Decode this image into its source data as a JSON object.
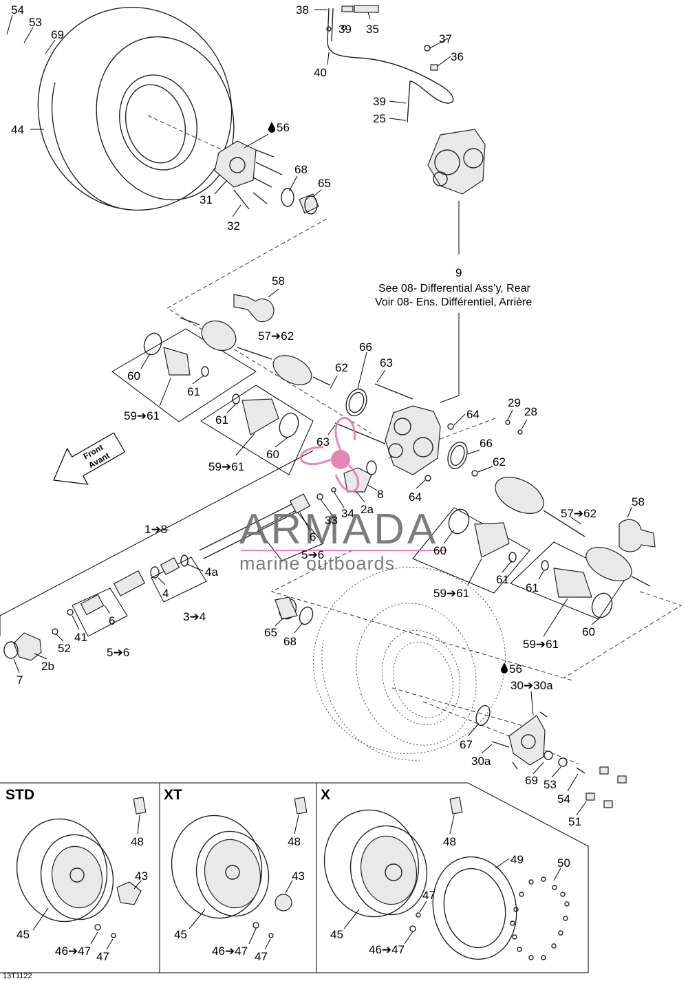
{
  "callouts": [
    {
      "id": "c54a",
      "text": "54"
    },
    {
      "id": "c53a",
      "text": "53"
    },
    {
      "id": "c69a",
      "text": "69"
    },
    {
      "id": "c44",
      "text": "44"
    },
    {
      "id": "c56a",
      "text": "56"
    },
    {
      "id": "c31",
      "text": "31"
    },
    {
      "id": "c32",
      "text": "32"
    },
    {
      "id": "c68a",
      "text": "68"
    },
    {
      "id": "c65a",
      "text": "65"
    },
    {
      "id": "c38",
      "text": "38"
    },
    {
      "id": "c39a",
      "text": "39"
    },
    {
      "id": "c35",
      "text": "35"
    },
    {
      "id": "c40",
      "text": "40"
    },
    {
      "id": "c37",
      "text": "37"
    },
    {
      "id": "c36",
      "text": "36"
    },
    {
      "id": "c39b",
      "text": "39"
    },
    {
      "id": "c25",
      "text": "25"
    },
    {
      "id": "c9",
      "text": "9"
    },
    {
      "id": "c58a",
      "text": "58"
    },
    {
      "id": "c5762a",
      "text": "57➔62"
    },
    {
      "id": "c60a",
      "text": "60"
    },
    {
      "id": "c61a",
      "text": "61"
    },
    {
      "id": "c5961a",
      "text": "59➔61"
    },
    {
      "id": "c61b",
      "text": "61"
    },
    {
      "id": "c60b",
      "text": "60"
    },
    {
      "id": "c5961b",
      "text": "59➔61"
    },
    {
      "id": "c66a",
      "text": "66"
    },
    {
      "id": "c62a",
      "text": "62"
    },
    {
      "id": "c63a",
      "text": "63"
    },
    {
      "id": "c64a",
      "text": "64"
    },
    {
      "id": "c29",
      "text": "29"
    },
    {
      "id": "c28",
      "text": "28"
    },
    {
      "id": "c63b",
      "text": "63"
    },
    {
      "id": "c66b",
      "text": "66"
    },
    {
      "id": "c62b",
      "text": "62"
    },
    {
      "id": "c64b",
      "text": "64"
    },
    {
      "id": "c8",
      "text": "8"
    },
    {
      "id": "c2a",
      "text": "2a"
    },
    {
      "id": "c34",
      "text": "34"
    },
    {
      "id": "c33",
      "text": "33"
    },
    {
      "id": "c18",
      "text": "1➔8"
    },
    {
      "id": "c6a",
      "text": "6"
    },
    {
      "id": "c56b",
      "text": "5➔6"
    },
    {
      "id": "c58b",
      "text": "58"
    },
    {
      "id": "c5762b",
      "text": "57➔62"
    },
    {
      "id": "c60c",
      "text": "60"
    },
    {
      "id": "c61c",
      "text": "61"
    },
    {
      "id": "c5961c",
      "text": "59➔61"
    },
    {
      "id": "c61d",
      "text": "61"
    },
    {
      "id": "c5961d",
      "text": "59➔61"
    },
    {
      "id": "c60d",
      "text": "60"
    },
    {
      "id": "c4a",
      "text": "4a"
    },
    {
      "id": "c4",
      "text": "4"
    },
    {
      "id": "c34r",
      "text": "3➔4"
    },
    {
      "id": "c6b",
      "text": "6"
    },
    {
      "id": "c41",
      "text": "41"
    },
    {
      "id": "c52",
      "text": "52"
    },
    {
      "id": "c56c",
      "text": "5➔6"
    },
    {
      "id": "c7",
      "text": "7"
    },
    {
      "id": "c2b",
      "text": "2b"
    },
    {
      "id": "c65b",
      "text": "65"
    },
    {
      "id": "c68b",
      "text": "68"
    },
    {
      "id": "c56d",
      "text": "56"
    },
    {
      "id": "c3030a",
      "text": "30➔30a"
    },
    {
      "id": "c67",
      "text": "67"
    },
    {
      "id": "c30a",
      "text": "30a"
    },
    {
      "id": "c69b",
      "text": "69"
    },
    {
      "id": "c53b",
      "text": "53"
    },
    {
      "id": "c54b",
      "text": "54"
    },
    {
      "id": "c51",
      "text": "51"
    },
    {
      "id": "c48a",
      "text": "48"
    },
    {
      "id": "c43a",
      "text": "43"
    },
    {
      "id": "c45a",
      "text": "45"
    },
    {
      "id": "c4647a",
      "text": "46➔47"
    },
    {
      "id": "c47a",
      "text": "47"
    },
    {
      "id": "c48b",
      "text": "48"
    },
    {
      "id": "c43b",
      "text": "43"
    },
    {
      "id": "c45b",
      "text": "45"
    },
    {
      "id": "c4647b",
      "text": "46➔47"
    },
    {
      "id": "c47b",
      "text": "47"
    },
    {
      "id": "c48c",
      "text": "48"
    },
    {
      "id": "c49",
      "text": "49"
    },
    {
      "id": "c50",
      "text": "50"
    },
    {
      "id": "c47c",
      "text": "47"
    },
    {
      "id": "c45c",
      "text": "45"
    },
    {
      "id": "c4647c",
      "text": "46➔47"
    }
  ],
  "notes": {
    "see_line1": "See 08- Differential Ass’y, Rear",
    "see_line2": "Voir 08- Ens. Différentiel, Arrière"
  },
  "front_arrow": {
    "line1": "Front",
    "line2": "Avant"
  },
  "variants": {
    "std": "STD",
    "xt": "XT",
    "x": "X"
  },
  "drawing_code": "13T1122",
  "watermark": {
    "brand": "ARMADA",
    "tagline": "marine outboards",
    "color": "#e07bb0"
  }
}
